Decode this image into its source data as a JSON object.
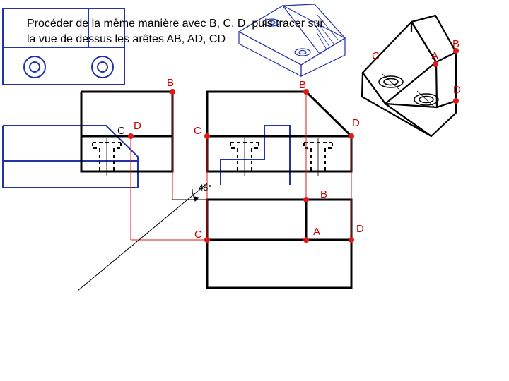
{
  "slide": {
    "instruction_line1": "Procéder de la même manière avec B, C, D, puis tracer sur",
    "instruction_line2": "la vue de dessus les arêtes AB, AD, CD"
  },
  "labels": {
    "iso_C": "C",
    "iso_A": "A",
    "iso_B": "B",
    "iso_D": "D",
    "left_B": "B",
    "left_C": "C",
    "left_D": "D",
    "front_B": "B",
    "front_D": "D",
    "front_C": "C",
    "top_B": "B",
    "top_C": "C",
    "top_A": "A",
    "top_D": "D",
    "angle": "45°"
  },
  "colors": {
    "ink": "#000000",
    "construction": "#e01818",
    "point": "#e01818",
    "label": "#cc0000",
    "ghost": "#2233aa"
  }
}
